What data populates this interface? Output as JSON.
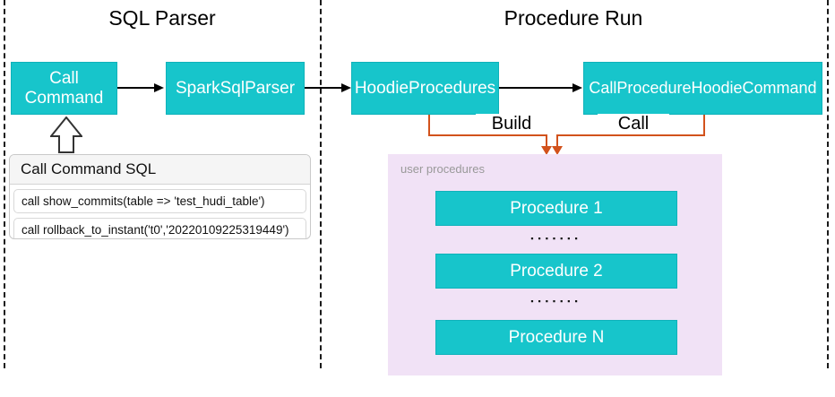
{
  "diagram": {
    "lanes": [
      {
        "title": "SQL Parser"
      },
      {
        "title": "Procedure Run"
      }
    ],
    "nodes": {
      "call_command": "Call\nCommand",
      "spark_sql_parser": "SparkSqlParser",
      "hoodie_procedures": "HoodieProcedures",
      "call_procedure_hoodie_command": "CallProcedureHoodieCommand"
    },
    "sql_panel": {
      "title": "Call Command SQL",
      "rows": [
        "call show_commits(table => 'test_hudi_table')",
        "call rollback_to_instant('t0','20220109225319449')"
      ]
    },
    "edges": {
      "build_label": "Build",
      "call_label": "Call"
    },
    "procedures_container": {
      "label": "user procedures",
      "items": [
        "Procedure 1",
        "Procedure 2",
        "Procedure N"
      ],
      "dots": "▪▪▪▪▪▪▪"
    },
    "colors": {
      "node_fill": "#17c5cb",
      "node_border": "#0fb2ba",
      "orange": "#d2521c",
      "container_fill": "#f1e2f6",
      "label_gray": "#999999"
    }
  }
}
